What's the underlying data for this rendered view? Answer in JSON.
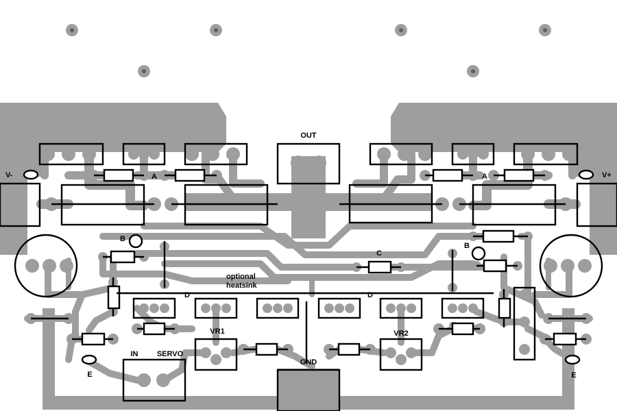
{
  "labels": {
    "out": "OUT",
    "gnd": "GND",
    "v_minus": "V-",
    "v_plus": "V+",
    "a_left": "A",
    "a_right": "A",
    "b_left": "B",
    "b_right": "B",
    "c": "C",
    "d_left": "D",
    "d_right": "D",
    "e_left": "E",
    "e_right": "E",
    "vr1": "VR1",
    "vr2": "VR2",
    "in": "IN",
    "servo": "SERVO",
    "optional_line1": "optional",
    "optional_line2": "heatsink"
  },
  "colors": {
    "copper": "#9e9e9e",
    "drill": "#5f5f5f",
    "silkscreen": "#000000",
    "background": "#ffffff"
  }
}
